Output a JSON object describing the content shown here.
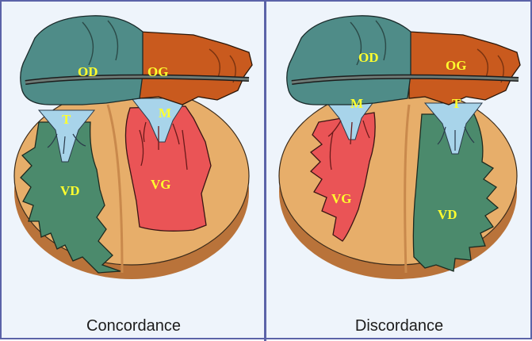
{
  "panels": [
    {
      "caption": "Concordance",
      "labels": {
        "od": "OD",
        "og": "OG",
        "t": "T",
        "m": "M",
        "vd": "VD",
        "vg": "VG"
      }
    },
    {
      "caption": "Discordance",
      "labels": {
        "od": "OD",
        "og": "OG",
        "t": "T",
        "m": "M",
        "vd": "VD",
        "vg": "VG"
      }
    }
  ],
  "colors": {
    "right_atrium": "#4f8c88",
    "left_atrium": "#c95a1e",
    "myocardium": "#e7ae6a",
    "right_ventricle": "#4b8a6c",
    "left_ventricle": "#ea5456",
    "valve": "#a8d4ea",
    "label": "#ffff2e",
    "border": "#5b63a8"
  }
}
